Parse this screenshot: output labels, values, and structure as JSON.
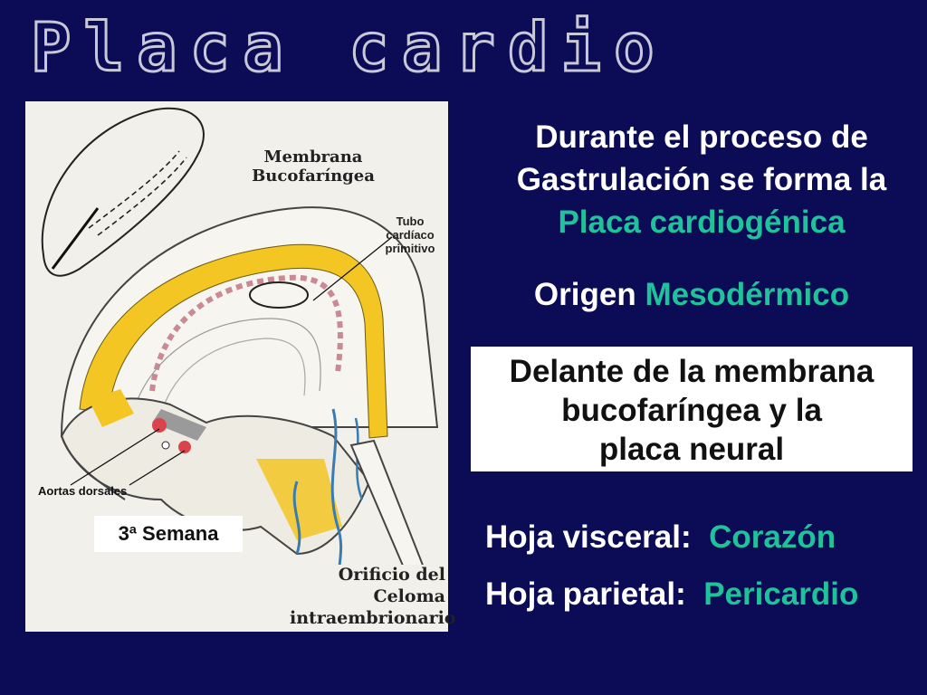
{
  "slide": {
    "title": "Placa cardiogénica",
    "intro_text": "Durante el proceso de Gastrulación se forma la",
    "intro_highlight": "Placa cardiogénica",
    "origin_label": "Origen",
    "origin_value": "Mesodérmico",
    "position_line1": "Delante de la membrana",
    "position_line2": "bucofaríngea y la",
    "position_line3": "placa neural",
    "visceral_label": "Hoja visceral:",
    "visceral_value": "Corazón",
    "parietal_label": "Hoja parietal:",
    "parietal_value": "Pericardio"
  },
  "figure": {
    "membrana_line1": "Membrana",
    "membrana_line2": "Bucofaríngea",
    "tubo_line1": "Tubo",
    "tubo_line2": "cardíaco",
    "tubo_line3": "primitivo",
    "aortas": "Aortas dorsales",
    "semana": "3ª Semana",
    "orificio_line1": "Orificio del",
    "orificio_line2": "Celoma",
    "orificio_line3": "intraembrionario"
  },
  "colors": {
    "background": "#0b0c55",
    "accent": "#1fc29a",
    "mesoderm_yellow": "#f3c623",
    "vessel_blue": "#3a7bb0",
    "vessel_red": "#d9434b"
  }
}
